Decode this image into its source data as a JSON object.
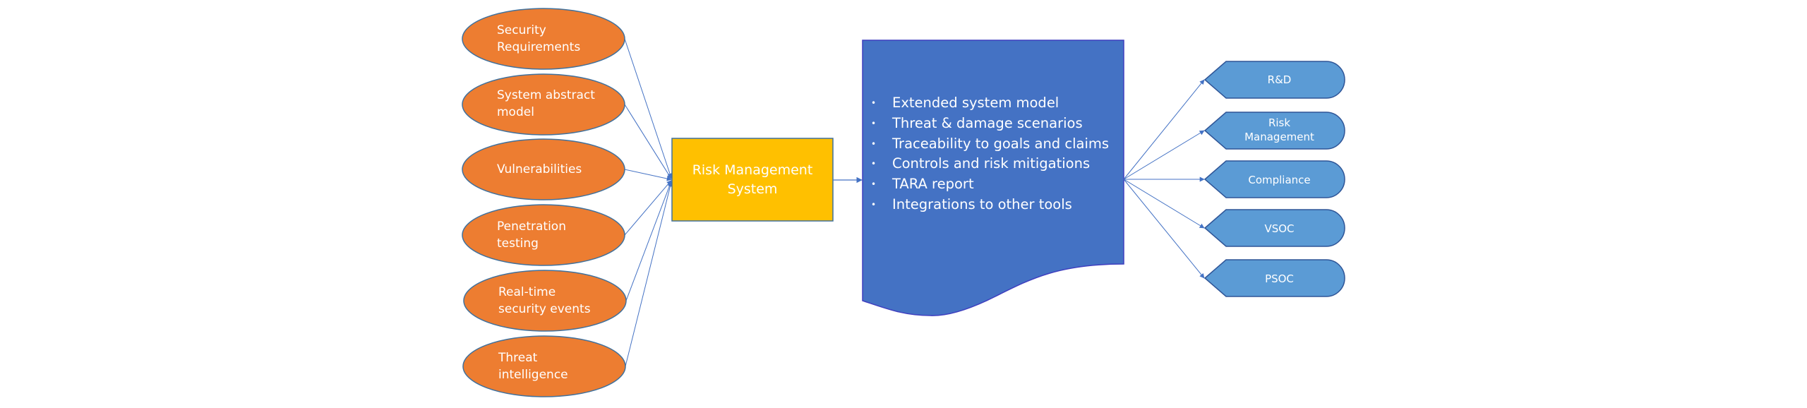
{
  "diagram": {
    "colors": {
      "input_fill": "#ED7D31",
      "input_stroke": "#41719C",
      "system_fill": "#FFC000",
      "system_stroke": "#41719C",
      "document_fill": "#4472C4",
      "document_stroke": "#3F3FBF",
      "output_fill": "#5B9BD5",
      "output_stroke": "#2F5597",
      "connector": "#4472C4",
      "text": "#FFFFFF"
    },
    "inputs": [
      {
        "label": "Security\nRequirements"
      },
      {
        "label": "System abstract\nmodel"
      },
      {
        "label": "Vulnerabilities"
      },
      {
        "label": "Penetration\ntesting"
      },
      {
        "label": "Real-time\nsecurity events"
      },
      {
        "label": "Threat\nintelligence"
      }
    ],
    "system": {
      "label": "Risk Management\nSystem"
    },
    "document": {
      "items": [
        "Extended system model",
        "Threat & damage scenarios",
        "Traceability to goals and claims",
        "Controls and risk mitigations",
        "TARA report",
        "Integrations to other tools"
      ],
      "bullet": "•"
    },
    "outputs": [
      {
        "label": "R&D"
      },
      {
        "label": "Risk\nManagement"
      },
      {
        "label": "Compliance"
      },
      {
        "label": "VSOC"
      },
      {
        "label": "PSOC"
      }
    ]
  }
}
